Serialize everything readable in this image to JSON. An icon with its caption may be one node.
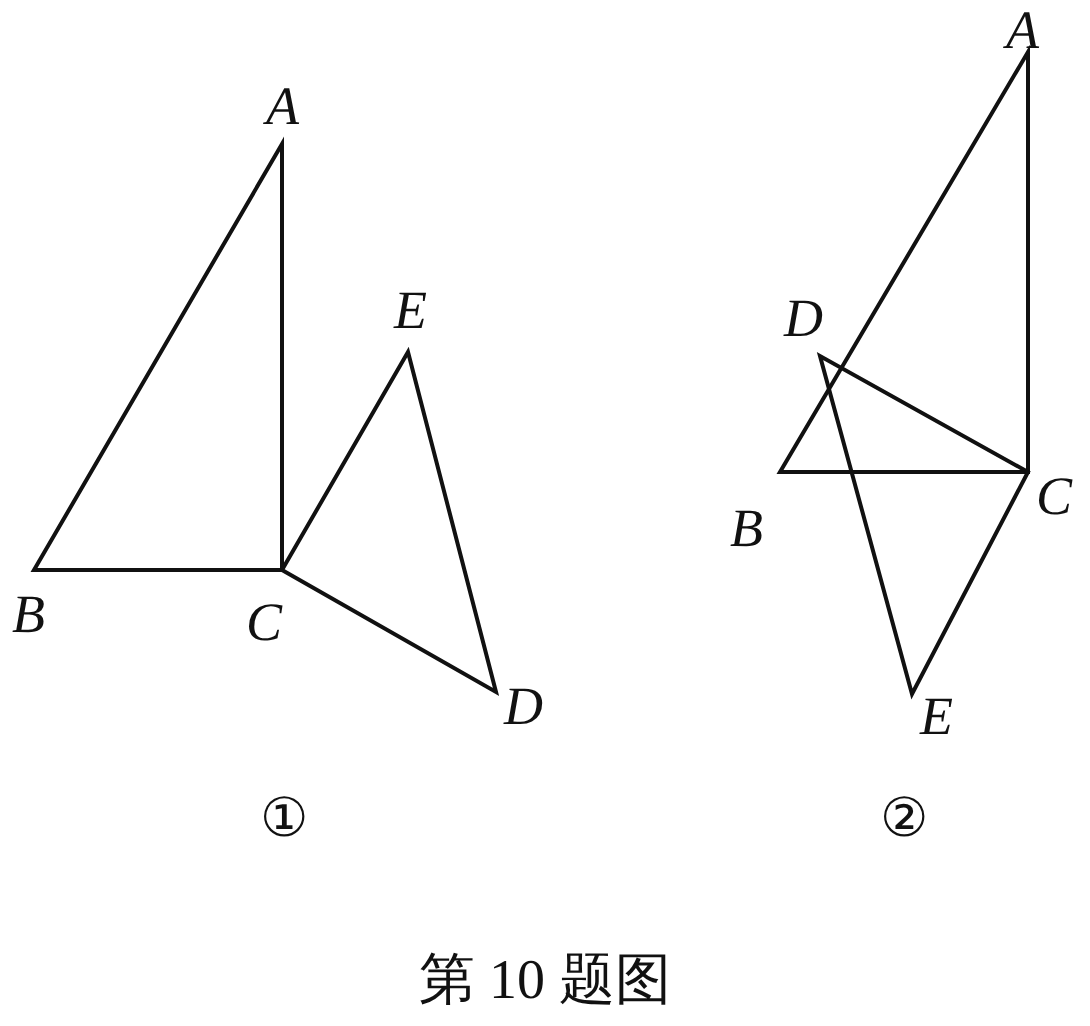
{
  "diagram": {
    "caption": "第 10 题图",
    "labels": [
      "A",
      "E",
      "B",
      "C",
      "D",
      "①",
      "A",
      "D",
      "B",
      "C",
      "E",
      "②"
    ]
  }
}
